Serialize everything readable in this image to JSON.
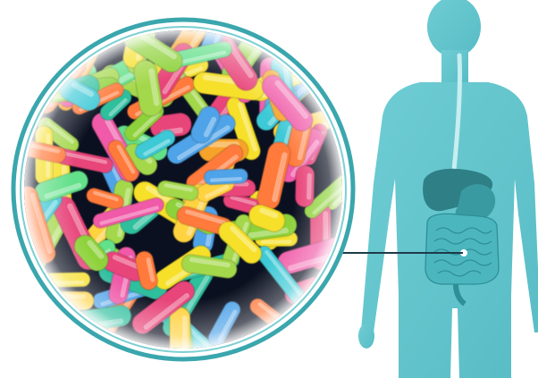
{
  "colors": {
    "background": "#ffffff",
    "lens_ring": "#3aa6ad",
    "lens_inner_ring": "#7ccfd3",
    "lens_backdrop": "#0b1020",
    "body_silhouette": "#5fc4cc",
    "body_highlight": "#8ad6dc",
    "liver": "#2f7f86",
    "stomach": "#3a9aa2",
    "intestine": "#4cb6bf",
    "intestine_outline": "#2e8f97",
    "esophagus": "#c7eef0",
    "connector_line": "#1e3a4a",
    "focus_dot": "#ffffff"
  },
  "bacteria_palette": [
    "#e8447a",
    "#f7a32b",
    "#f6e02a",
    "#8ed23a",
    "#3cc9d6",
    "#4fa3e8",
    "#a4d84c",
    "#ff7a3a",
    "#f05aa8",
    "#2fbf9d",
    "#ffd23f",
    "#63e08a"
  ],
  "icons": [
    "magnifier-lens",
    "human-silhouette",
    "liver",
    "stomach",
    "intestine",
    "connector-line",
    "focus-dot"
  ]
}
